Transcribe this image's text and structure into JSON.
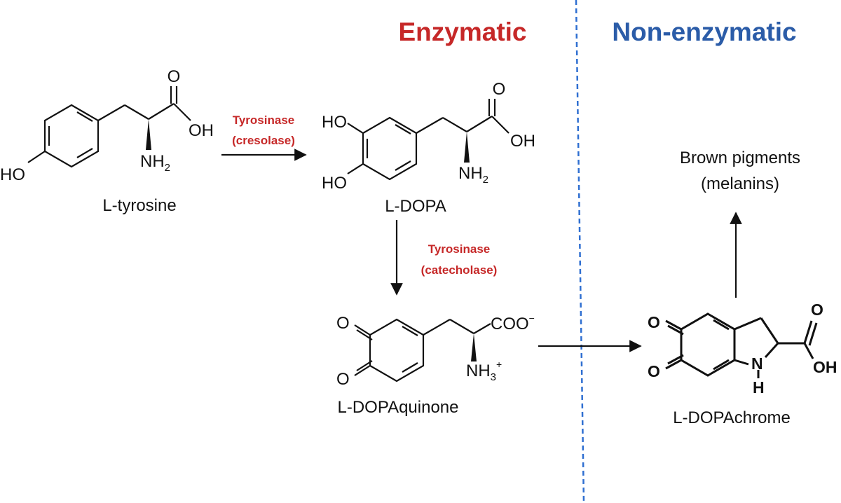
{
  "colors": {
    "enzymatic": "#c62828",
    "non_enzymatic": "#2b5ca8",
    "divider": "#2f6fd1",
    "ink": "#111111"
  },
  "regions": {
    "enzymatic_title": "Enzymatic",
    "non_enzymatic_title": "Non-enzymatic"
  },
  "compounds": {
    "tyrosine": "L-tyrosine",
    "dopa": "L-DOPA",
    "dopaquinone": "L-DOPAquinone",
    "dopachrome": "L-DOPAchrome",
    "pigments_line1": "Brown pigments",
    "pigments_line2": "(melanins)"
  },
  "enzymes": {
    "cresolase_line1": "Tyrosinase",
    "cresolase_line2": "(cresolase)",
    "catecholase_line1": "Tyrosinase",
    "catecholase_line2": "(catecholase)"
  },
  "atoms": {
    "O": "O",
    "OH": "OH",
    "HO": "HO",
    "NH": "NH",
    "N": "N",
    "H": "H",
    "COO": "COO",
    "minus": "−",
    "plus": "+",
    "sub2": "2",
    "sub3": "3"
  }
}
